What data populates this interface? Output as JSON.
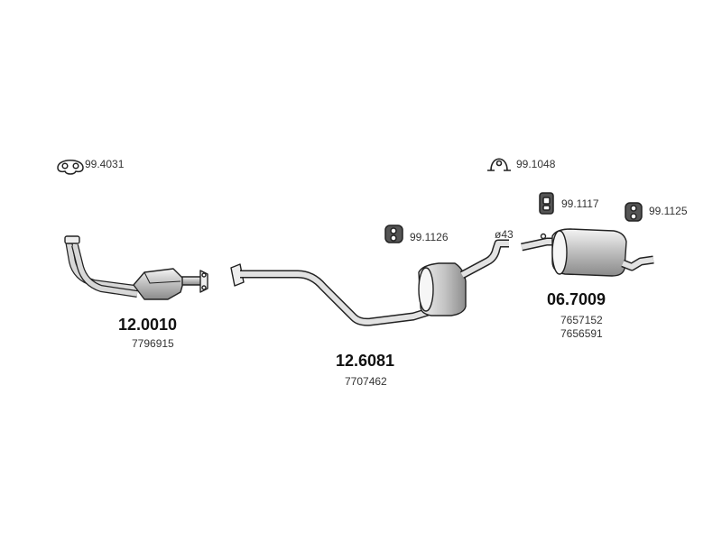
{
  "accessories": {
    "gasket": "99.4031",
    "clamp": "99.1048",
    "hanger_a": "99.1117",
    "hanger_b": "99.1125",
    "hanger_c": "99.1126"
  },
  "diameter_label": "ø43",
  "parts": [
    {
      "number": "12.0010",
      "refs": [
        "7796915"
      ]
    },
    {
      "number": "12.6081",
      "refs": [
        "7707462"
      ]
    },
    {
      "number": "06.7009",
      "refs": [
        "7657152",
        "7656591"
      ]
    }
  ]
}
